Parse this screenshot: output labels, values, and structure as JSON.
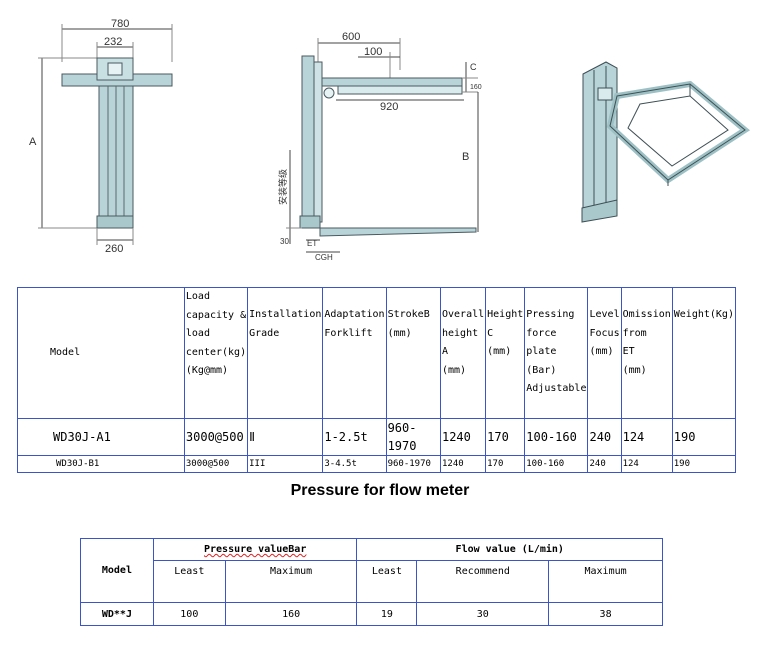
{
  "drawing_front": {
    "dim_width": "780",
    "dim_inner": "232",
    "dim_base": "260",
    "dim_height": "A"
  },
  "drawing_side": {
    "dim_600": "600",
    "dim_100": "100",
    "dim_920": "920",
    "dim_c": "C",
    "dim_160": "160",
    "dim_b": "B",
    "install_grade_vertical": "安装等级",
    "dim_30": "30",
    "dim_et": "ET",
    "dim_cgh": "CGH"
  },
  "spec_table": {
    "headers": {
      "model": "Model",
      "load": "Load\ncapacity &\nload\ncenter(kg)\n(Kg@mm)",
      "grade": "Installation\nGrade",
      "forklift": "Adaptation\nForklift",
      "stroke": "StrokeB\n(mm)",
      "height": "Overall\nheight\nA\n(mm)",
      "heightc": "Height\nC\n(mm)",
      "pressing": "Pressing\nforce\nplate\n(Bar)\nAdjustable",
      "level": "Level\nFocus\n(mm)",
      "omission": "Omission\nfrom\nET\n(mm)",
      "weight": "Weight(Kg)"
    },
    "rows": [
      {
        "model": "WD30J-A1",
        "load": "3000@500",
        "grade": "Ⅱ",
        "forklift": "1-2.5t",
        "stroke": "960-1970",
        "height": "1240",
        "heightc": "170",
        "pressing": "100-160",
        "level": "240",
        "omission": "124",
        "weight": "190"
      },
      {
        "model": "WD30J-B1",
        "load": "3000@500",
        "grade": "III",
        "forklift": "3-4.5t",
        "stroke": "960-1970",
        "height": "1240",
        "heightc": "170",
        "pressing": "100-160",
        "level": "240",
        "omission": "124",
        "weight": "190"
      }
    ]
  },
  "flow_title": "Pressure for flow meter",
  "flow_table": {
    "model_label": "Model",
    "pressure_label": "Pressure valueBar",
    "flow_label": "Flow value (L/min)",
    "p_least": "Least",
    "p_max": "Maximum",
    "f_least": "Least",
    "f_rec": "Recommend",
    "f_max": "Maximum",
    "row": {
      "model": "WD**J",
      "p_least": "100",
      "p_max": "160",
      "f_least": "19",
      "f_rec": "30",
      "f_max": "38"
    }
  }
}
